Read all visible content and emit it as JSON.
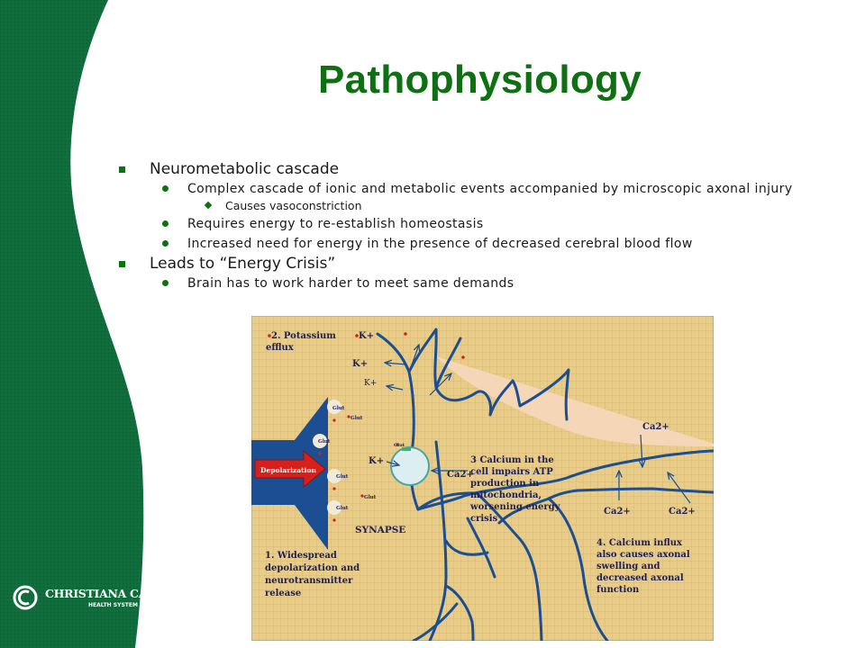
{
  "slide": {
    "title": "Pathophysiology",
    "bullets": [
      {
        "text": "Neurometabolic cascade",
        "sub": [
          {
            "text": "Complex cascade of ionic and metabolic events accompanied by microscopic axonal injury",
            "sub": [
              {
                "text": "Causes vasoconstriction"
              }
            ]
          },
          {
            "text": "Requires energy to re-establish homeostasis"
          },
          {
            "text": "Increased need for energy in the presence of decreased cerebral blood flow"
          }
        ]
      },
      {
        "text": "Leads to “Energy Crisis”",
        "sub": [
          {
            "text": "Brain has to work harder to meet same demands"
          }
        ]
      }
    ]
  },
  "logo": {
    "name": "CHRISTIANA CARE",
    "sub": "HEALTH SYSTEM"
  },
  "figure": {
    "labels": {
      "potassium_1": "2. Potassium",
      "potassium_2": "efflux",
      "kplus": "K+",
      "ca2plus": "Ca2+",
      "ca2plus_alt": "Ca2+",
      "glut": "Glut",
      "depolarization": "Depolarization",
      "synapse": "SYNAPSE",
      "step1": [
        "1. Widespread",
        "depolarization and",
        "neurotransmitter",
        "release"
      ],
      "step3": [
        "3 Calcium in the",
        "cell impairs ATP",
        "production in",
        "mitochondria,",
        "worsening energy",
        "crisis"
      ],
      "step4": [
        "4. Calcium influx",
        "also causes axonal",
        "swelling and",
        "decreased axonal",
        "function"
      ]
    },
    "colors": {
      "background": "#e8cc88",
      "paper_lines": "#d7b978",
      "neuron_outline": "#1b4e92",
      "arrow_panel": "#1b4e92",
      "depolarization_arrow": "#d7201b",
      "vessel_fill": "#f5d6b6",
      "mitochondrion_fill": "#ddeef0",
      "mitochondrion_stroke": "#4aa5a0"
    }
  },
  "colors": {
    "sidebar": "#0e6b3a",
    "title": "#0e6f13"
  }
}
